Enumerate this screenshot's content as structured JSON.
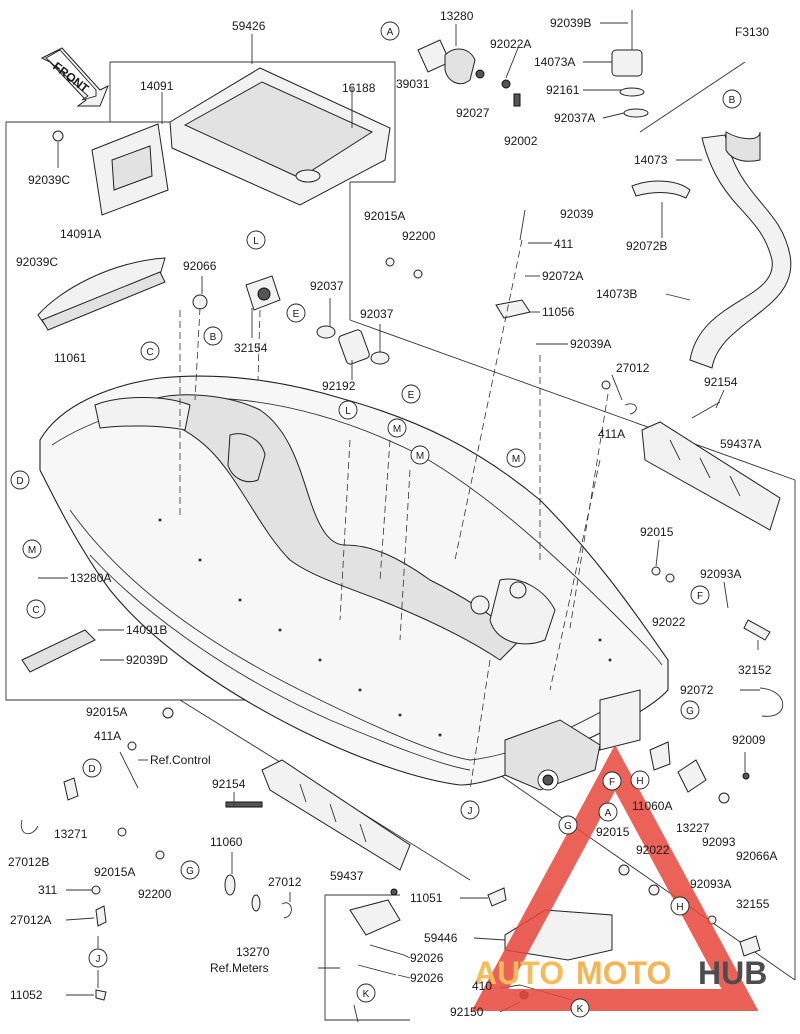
{
  "diagram_code": "F3130",
  "front_label": "FRONT",
  "watermark": {
    "text_auto": "AUTO",
    "text_moto": "MOTO",
    "text_hub": "HUB",
    "colors": {
      "auto": "#f3b13e",
      "moto": "#f4a93a",
      "hub": "#2f2f2f",
      "triangle": "#e8463c"
    }
  },
  "callouts": {
    "A": "A",
    "B": "B",
    "C": "C",
    "D": "D",
    "E": "E",
    "F": "F",
    "G": "G",
    "H": "H",
    "J": "J",
    "K": "K",
    "L": "L",
    "M": "M"
  },
  "labels": {
    "p59426": "59426",
    "p13280": "13280",
    "p92039B": "92039B",
    "p14073A": "14073A",
    "p92022A": "92022A",
    "p92161": "92161",
    "p92037A": "92037A",
    "p39031": "39031",
    "p92027": "92027",
    "p92002": "92002",
    "p14091": "14091",
    "p16188": "16188",
    "p92039C_1": "92039C",
    "p14073": "14073",
    "p92072B": "92072B",
    "p92015A_1": "92015A",
    "p92039_top": "92039",
    "p92200_1": "92200",
    "p411": "411",
    "p14091A": "14091A",
    "p92039C_2": "92039C",
    "p92066": "92066",
    "p92072A": "92072A",
    "p14073B": "14073B",
    "p92037_1": "92037",
    "p92037_2": "92037",
    "p11056": "11056",
    "p32154": "32154",
    "p11061": "11061",
    "p92039A": "92039A",
    "p92192": "92192",
    "p27012_1": "27012",
    "p92154_1": "92154",
    "p411A": "411A",
    "p59437A": "59437A",
    "p13280A": "13280A",
    "p14091B": "14091B",
    "p92039D": "92039D",
    "p92015_1": "92015",
    "p92093A_1": "92093A",
    "p92022_1": "92022",
    "p32152": "32152",
    "p92072": "92072",
    "p92015A_2": "92015A",
    "p411A_2": "411A",
    "ref_control": "Ref.Control",
    "p92154_2": "92154",
    "p92009": "92009",
    "p27012B": "27012B",
    "p13271": "13271",
    "p11060A": "11060A",
    "p13227": "13227",
    "p92093": "92093",
    "p92066A": "92066A",
    "p92015_2": "92015",
    "p92022_2": "92022",
    "p92015A_3": "92015A",
    "p11060": "11060",
    "p59437": "59437",
    "p92200_2": "92200",
    "p311": "311",
    "p27012": "27012",
    "p27012A": "27012A",
    "p13270": "13270",
    "ref_meters": "Ref.Meters",
    "p11051": "11051",
    "p92093A_2": "92093A",
    "p32155": "32155",
    "p59446": "59446",
    "p92026_1": "92026",
    "p92026_2": "92026",
    "p11052": "11052",
    "p410": "410",
    "p92150": "92150"
  }
}
